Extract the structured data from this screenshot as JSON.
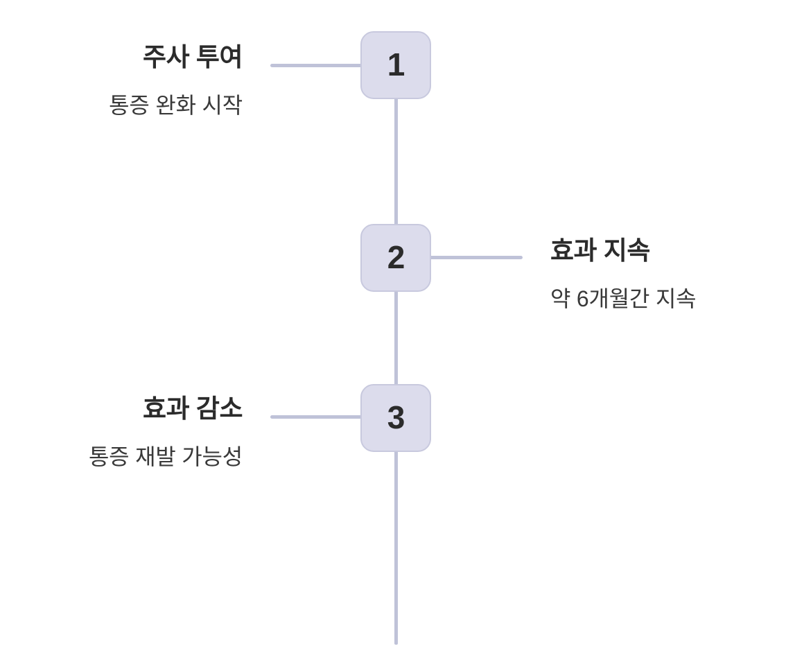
{
  "diagram": {
    "type": "vertical-timeline",
    "orientation": "vertical",
    "step_count": 3,
    "colors": {
      "badge_fill": "#dcdcec",
      "badge_border": "#c8c9de",
      "line": "#bfc2d8",
      "title_text": "#2b2b2b",
      "desc_text": "#393939",
      "background": "#ffffff"
    },
    "steps": [
      {
        "number": "1",
        "title": "주사 투여",
        "description": "통증 완화 시작",
        "side": "left"
      },
      {
        "number": "2",
        "title": "효과 지속",
        "description": "약 6개월간 지속",
        "side": "right"
      },
      {
        "number": "3",
        "title": "효과 감소",
        "description": "통증 재발 가능성",
        "side": "left"
      }
    ]
  }
}
